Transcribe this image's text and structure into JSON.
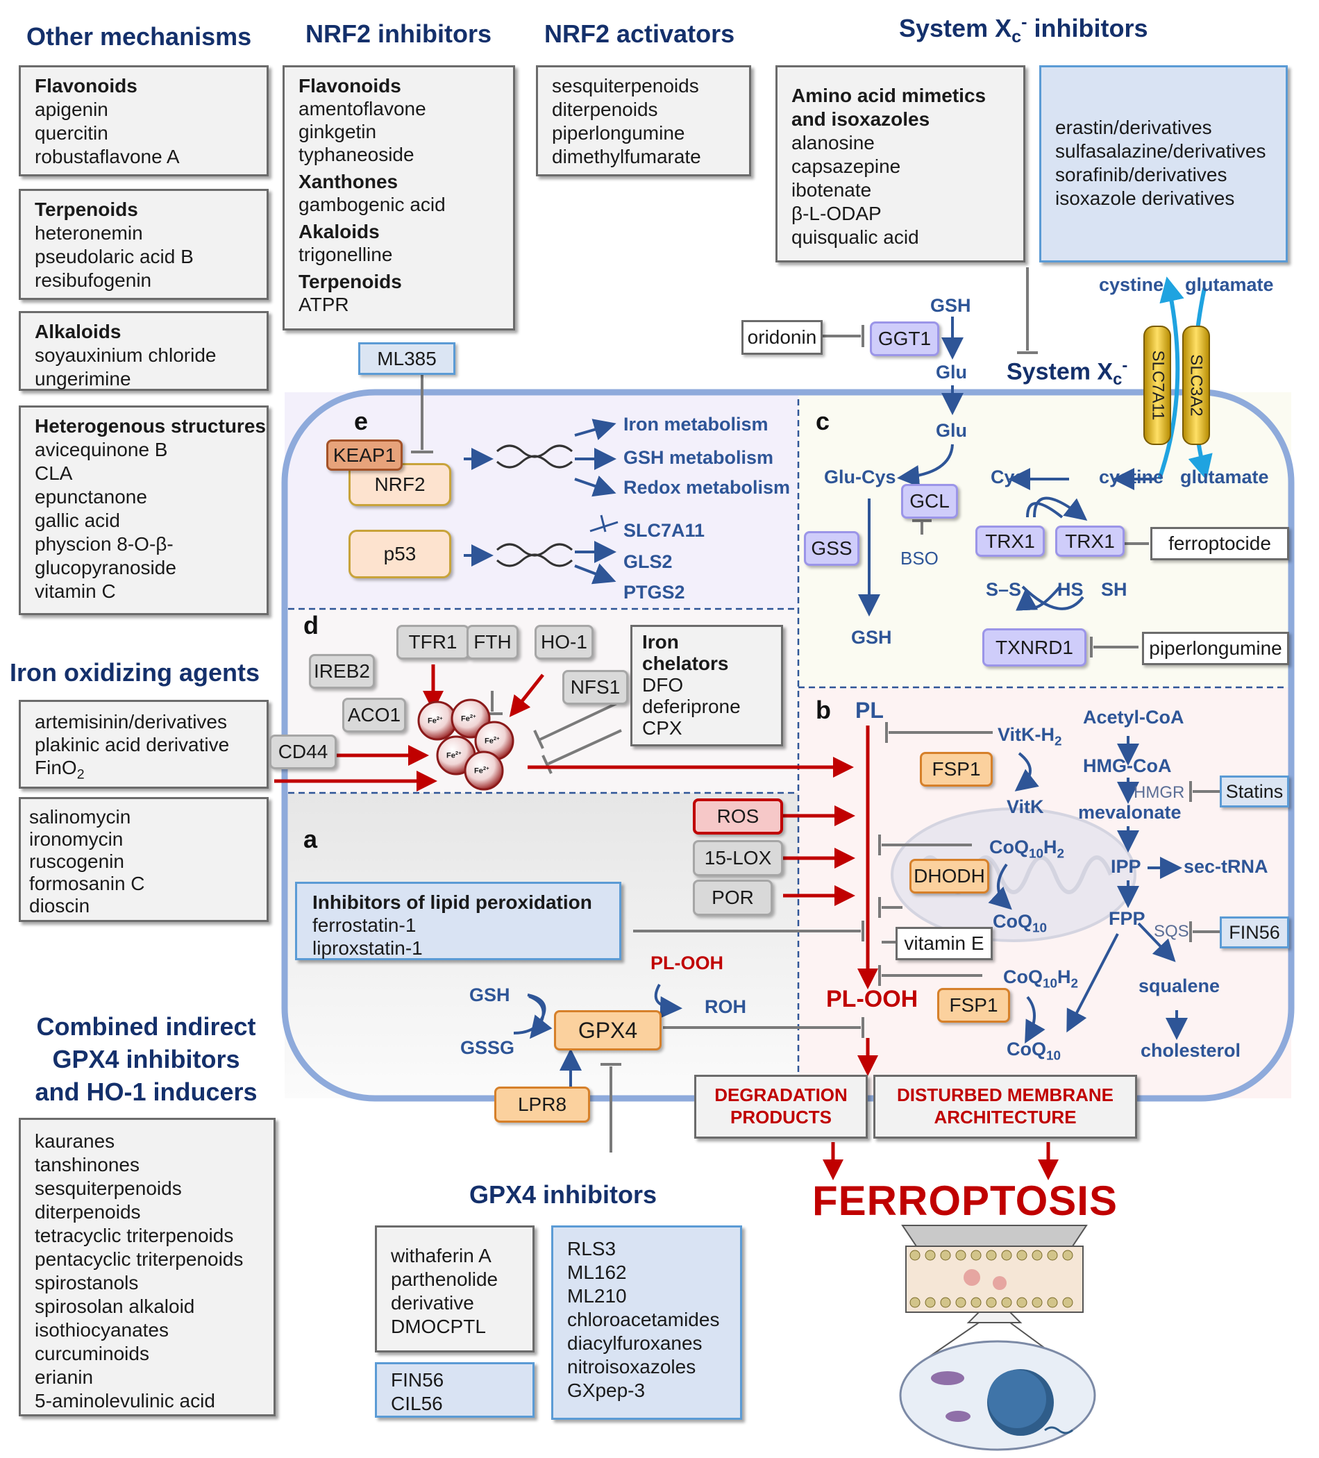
{
  "headers": {
    "other": "Other mechanisms",
    "nrf2_inh": "NRF2 inhibitors",
    "nrf2_act": "NRF2 activators",
    "sysxc_a": "System X",
    "sysxc_sub": "c",
    "sysxc_sup": "-",
    "sysxc_b": " inhibitors",
    "iron_ox": "Iron oxidizing agents",
    "combined_1": "Combined indirect",
    "combined_2": "GPX4 inhibitors",
    "combined_3": "and HO-1 inducers",
    "gpx4_inh": "GPX4 inhibitors"
  },
  "other_mechanisms": [
    {
      "title": "Flavonoids",
      "items": [
        "apigenin",
        "quercitin",
        "robustaflavone A"
      ]
    },
    {
      "title": "Terpenoids",
      "items": [
        "heteronemin",
        "pseudolaric acid B",
        "resibufogenin"
      ]
    },
    {
      "title": "Alkaloids",
      "items": [
        "soyauxinium chloride",
        "ungerimine"
      ]
    },
    {
      "title": "Heterogenous structures",
      "items": [
        "avicequinone B",
        "CLA",
        "epunctanone",
        "gallic acid",
        "physcion 8-O-β-",
        "glucopyranoside",
        "vitamin C"
      ]
    }
  ],
  "nrf2_inhibitors": [
    {
      "title": "Flavonoids",
      "items": [
        "amentoflavone",
        "ginkgetin",
        "typhaneoside"
      ]
    },
    {
      "title": "Xanthones",
      "items": [
        "gambogenic acid"
      ]
    },
    {
      "title": "Akaloids",
      "items": [
        "trigonelline"
      ]
    },
    {
      "title": "Terpenoids",
      "items": [
        "ATPR"
      ]
    }
  ],
  "nrf2_activators": [
    "sesquiterpenoids",
    "diterpenoids",
    "piperlongumine",
    "dimethylfumarate"
  ],
  "sysxc_gray": {
    "title_1": "Amino acid mimetics",
    "title_2": "and isoxazoles",
    "items": [
      "alanosine",
      "capsazepine",
      "ibotenate",
      "β-L-ODAP",
      "quisqualic acid"
    ]
  },
  "sysxc_blue": [
    "erastin/derivatives",
    "sulfasalazine/derivatives",
    "sorafinib/derivatives",
    "isoxazole derivatives"
  ],
  "iron_ox_a": [
    "artemisinin/derivatives",
    "plakinic acid derivative",
    "FinO"
  ],
  "iron_ox_a_sub": "2",
  "iron_ox_b": [
    "salinomycin",
    "ironomycin",
    "ruscogenin",
    "formosanin C",
    "dioscin"
  ],
  "combined": [
    "kauranes",
    "tanshinones",
    "sesquiterpenoids",
    "diterpenoids",
    "tetracyclic triterpenoids",
    "pentacyclic triterpenoids",
    "spirostanols",
    "spirosolan alkaloid",
    "isothiocyanates",
    "curcuminoids",
    "erianin",
    "5-aminolevulinic acid"
  ],
  "gpx4_gray": [
    "withaferin A",
    "parthenolide",
    "derivative",
    "DMOCPTL"
  ],
  "gpx4_blue_small": [
    "FIN56",
    "CIL56"
  ],
  "gpx4_blue": [
    "RLS3",
    "ML162",
    "ML210",
    "chloroacetamides",
    "diacylfuroxanes",
    "nitroisoxazoles",
    "GXpep-3"
  ],
  "sections": {
    "a": "a",
    "b": "b",
    "c": "c",
    "d": "d",
    "e": "e"
  },
  "sec_e": {
    "ml385": "ML385",
    "keap1": "KEAP1",
    "nrf2": "NRF2",
    "p53": "p53",
    "targets_nrf2": [
      "Iron metabolism",
      "GSH metabolism",
      "Redox metabolism"
    ],
    "targets_p53": [
      "SLC7A11",
      "GLS2",
      "PTGS2"
    ]
  },
  "sec_c": {
    "oridonin": "oridonin",
    "ggt1": "GGT1",
    "gsh_top": "GSH",
    "glu1": "Glu",
    "glu2": "Glu",
    "system_a": "System X",
    "system_sub": "c",
    "system_sup": "-",
    "cystine_top": "cystine",
    "glutamate_top": "glutamate",
    "slc7a11": "SLC7A11",
    "slc3a2": "SLC3A2",
    "glucys": "Glu-Cys",
    "cys": "Cys",
    "cystine": "cystine",
    "glutamate": "glutamate",
    "gcl": "GCL",
    "bso": "BSO",
    "gss": "GSS",
    "gsh": "GSH",
    "trx1a": "TRX1",
    "trx1b": "TRX1",
    "ss": "S–S",
    "hs": "HS",
    "sh": "SH",
    "ferroptocide": "ferroptocide",
    "txnrd1": "TXNRD1",
    "piperlongumine": "piperlongumine"
  },
  "sec_d": {
    "tfr1": "TFR1",
    "fth": "FTH",
    "ho1": "HO-1",
    "ireb2": "IREB2",
    "aco1": "ACO1",
    "nfs1": "NFS1",
    "cd44": "CD44",
    "fe": "Fe",
    "fe_sup": "2+",
    "chel_t1": "Iron",
    "chel_t2": "chelators",
    "chel_items": [
      "DFO",
      "deferiprone",
      "CPX"
    ]
  },
  "sec_a": {
    "ros": "ROS",
    "lox": "15-LOX",
    "por": "POR",
    "lpi_title": "Inhibitors of lipid peroxidation",
    "lpi_items": [
      "ferrostatin-1",
      "liproxstatin-1"
    ],
    "gsh": "GSH",
    "gssg": "GSSG",
    "gpx4": "GPX4",
    "ploo": "PL-OOH",
    "roh": "ROH",
    "lpr8": "LPR8"
  },
  "sec_b": {
    "pl": "PL",
    "ploo": "PL-OOH",
    "vitkh2_a": "VitK-H",
    "vitkh2_sub": "2",
    "vitk": "VitK",
    "fsp1a": "FSP1",
    "fsp1b": "FSP1",
    "dhodh": "DHODH",
    "vite": "vitamin E",
    "coq": "CoQ",
    "coq_sub": "10",
    "coqh": "H",
    "coqh_sub": "2",
    "acetyl": "Acetyl-CoA",
    "hmgcoa": "HMG-CoA",
    "hmgr": "HMGR",
    "statins": "Statins",
    "mevalonate": "mevalonate",
    "ipp": "IPP",
    "sectrna": "sec-tRNA",
    "fpp": "FPP",
    "sqs": "SQS",
    "fin56": "FIN56",
    "squalene": "squalene",
    "cholesterol": "cholesterol"
  },
  "outcome": {
    "degr_1": "DEGRADATION",
    "degr_2": "PRODUCTS",
    "dist_1": "DISTURBED MEMBRANE",
    "dist_2": "ARCHITECTURE",
    "ferroptosis": "FERROPTOSIS"
  },
  "colors": {
    "navy": "#14306b",
    "blue": "#2e5597",
    "red": "#c00000",
    "cell": "#8eaadb"
  }
}
